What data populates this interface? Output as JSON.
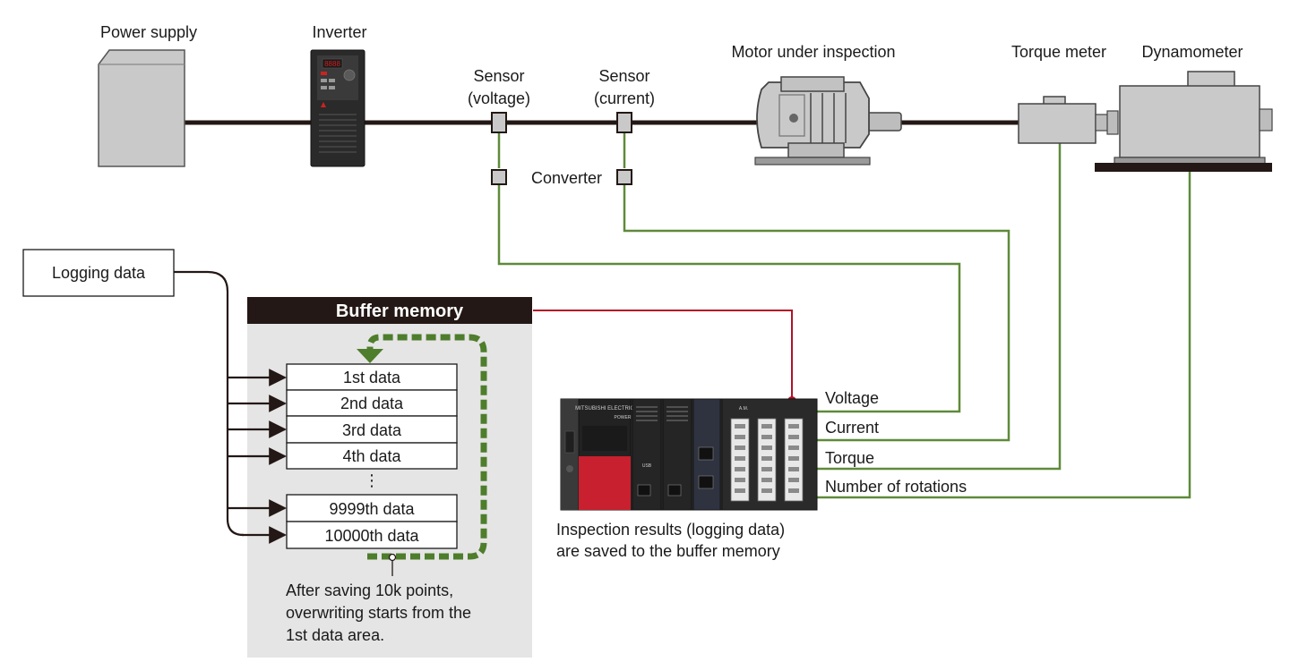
{
  "labels": {
    "power_supply": "Power supply",
    "inverter": "Inverter",
    "sensor_voltage_line1": "Sensor",
    "sensor_voltage_line2": "(voltage)",
    "sensor_current_line1": "Sensor",
    "sensor_current_line2": "(current)",
    "motor": "Motor under inspection",
    "torque_meter": "Torque meter",
    "dynamometer": "Dynamometer",
    "converter": "Converter",
    "logging_data": "Logging data"
  },
  "buffer_memory": {
    "title": "Buffer memory",
    "slots": [
      "1st data",
      "2nd data",
      "3rd data",
      "4th data",
      "9999th data",
      "10000th data"
    ],
    "ellipsis": "⋮",
    "note_lines": [
      "After saving 10k points,",
      "overwriting starts from the",
      "1st data area."
    ]
  },
  "plc": {
    "inputs": [
      "Voltage",
      "Current",
      "Torque",
      "Number of rotations"
    ],
    "caption_lines": [
      "Inspection results (logging data)",
      "are saved to the buffer memory"
    ],
    "module_labels": [
      "MITSUBISHI ELECTRIC",
      "POWER",
      "A.M.",
      "USB"
    ]
  },
  "colors": {
    "signal_green": "#5f8a3a",
    "buffer_link_red": "#b01226",
    "loop_arrow_green": "#4e7d2b",
    "buffer_bg": "#e5e5e5",
    "header_dark": "#231815",
    "equipment_gray": "#c9c9c9",
    "cpu_red": "#c8202e"
  },
  "icons": [
    "power-supply-icon",
    "inverter-icon",
    "motor-icon",
    "torque-meter-icon",
    "dynamometer-icon",
    "plc-icon"
  ]
}
